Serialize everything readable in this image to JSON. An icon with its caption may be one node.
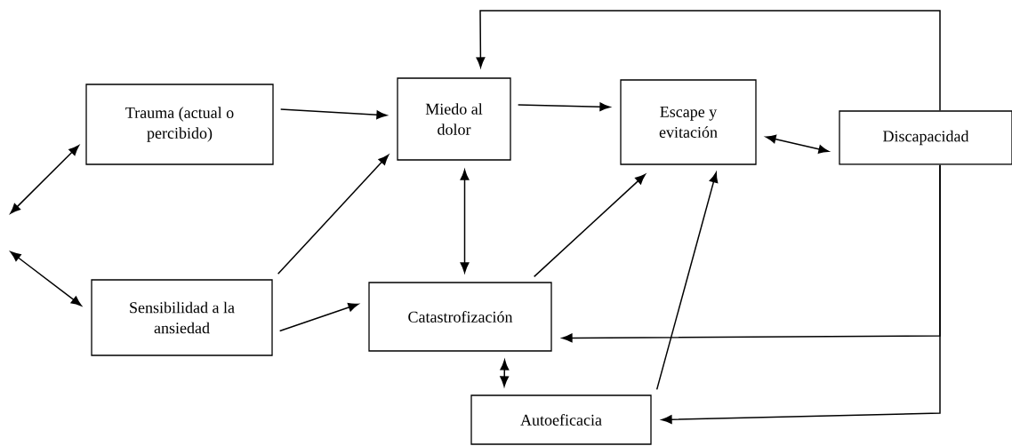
{
  "diagram": {
    "nodes": [
      {
        "text": [
          "Trauma (actual o percibido)"
        ]
      },
      {
        "text": [
          "Sensibilidad a la ansiedad"
        ]
      },
      {
        "text": [
          "Miedo al dolor"
        ]
      },
      {
        "text": [
          "Escape y evitación"
        ]
      },
      {
        "text": [
          "Discapacidad"
        ]
      },
      {
        "text": [
          "Catastrofización"
        ]
      },
      {
        "text": [
          "Autoeficacia"
        ]
      }
    ],
    "edges": [
      {
        "from": null,
        "to": 0,
        "arrow": "both"
      },
      {
        "from": null,
        "to": 1,
        "arrow": "both"
      },
      {
        "from": 0,
        "to": 2,
        "arrow": "to"
      },
      {
        "from": 1,
        "to": 2,
        "arrow": "to"
      },
      {
        "from": 1,
        "to": 5,
        "arrow": "to"
      },
      {
        "from": 2,
        "to": 3,
        "arrow": "to"
      },
      {
        "from": 3,
        "to": 4,
        "arrow": "both"
      },
      {
        "from": 2,
        "to": 5,
        "arrow": "both"
      },
      {
        "from": 5,
        "to": 3,
        "arrow": "to"
      },
      {
        "from": 6,
        "to": 3,
        "arrow": "to"
      },
      {
        "from": 5,
        "to": 6,
        "arrow": "both"
      },
      {
        "from": 4,
        "to": 2,
        "arrow": "to"
      },
      {
        "from": 4,
        "to": 5,
        "arrow": "to"
      },
      {
        "from": 4,
        "to": 6,
        "arrow": "to"
      }
    ]
  }
}
